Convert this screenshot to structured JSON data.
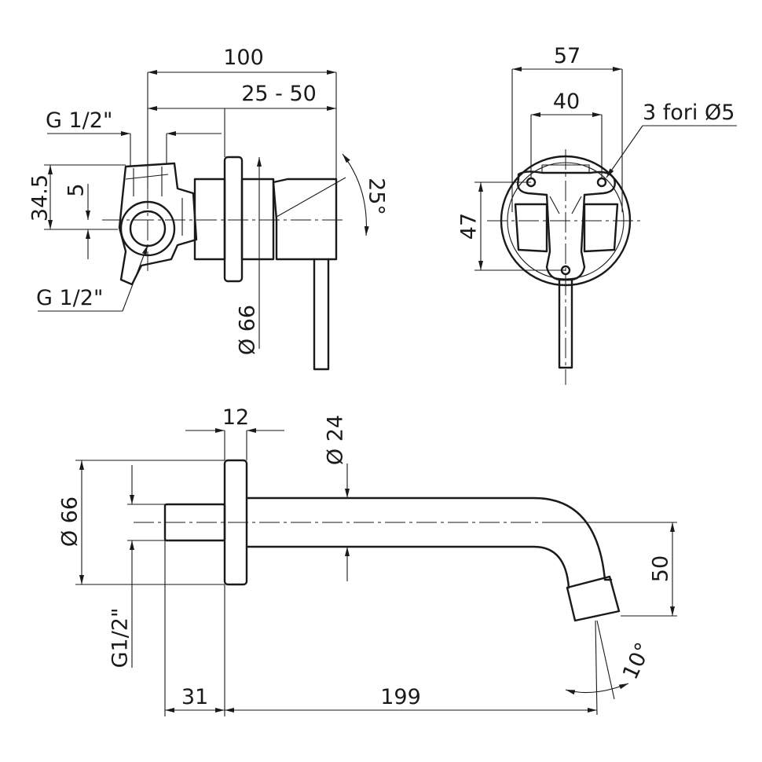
{
  "dimensions": {
    "top_left": {
      "overall_length": "100",
      "wall_range": "25 - 50",
      "thread_top": "G 1/2\"",
      "height_34": "34.5",
      "offset_5": "5",
      "thread_bottom": "G 1/2\"",
      "plate_diameter": "Ø 66",
      "lever_angle": "25°"
    },
    "top_right": {
      "plate_width": "57",
      "hole_spacing": "40",
      "holes_note": "3 fori Ø5",
      "height_47": "47"
    },
    "bottom": {
      "flange_thickness": "12",
      "spout_diameter": "Ø 24",
      "flange_diameter": "Ø 66",
      "thread": "G1/2\"",
      "drop": "50",
      "tip_angle": "10°",
      "thread_length": "31",
      "projection": "199"
    }
  }
}
